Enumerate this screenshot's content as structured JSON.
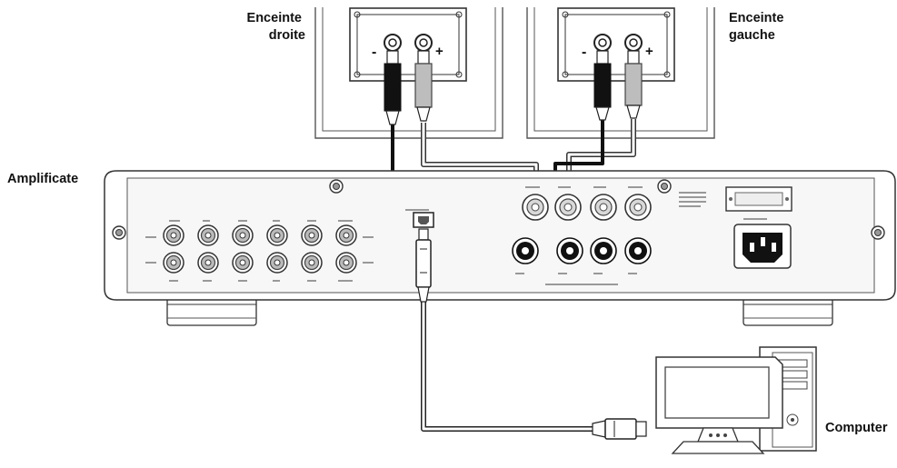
{
  "labels": {
    "speaker_right": [
      "Enceinte",
      "droite"
    ],
    "speaker_left": [
      "Enceinte",
      "gauche"
    ],
    "amplifier": "Amplificate",
    "computer": "Computer"
  },
  "terminals": {
    "minus": "-",
    "plus": "+"
  },
  "colors": {
    "cable_black": "#111111",
    "plug_red": "#b9b9b9",
    "outline": "#333333",
    "panel_fill": "#f7f7f7"
  }
}
